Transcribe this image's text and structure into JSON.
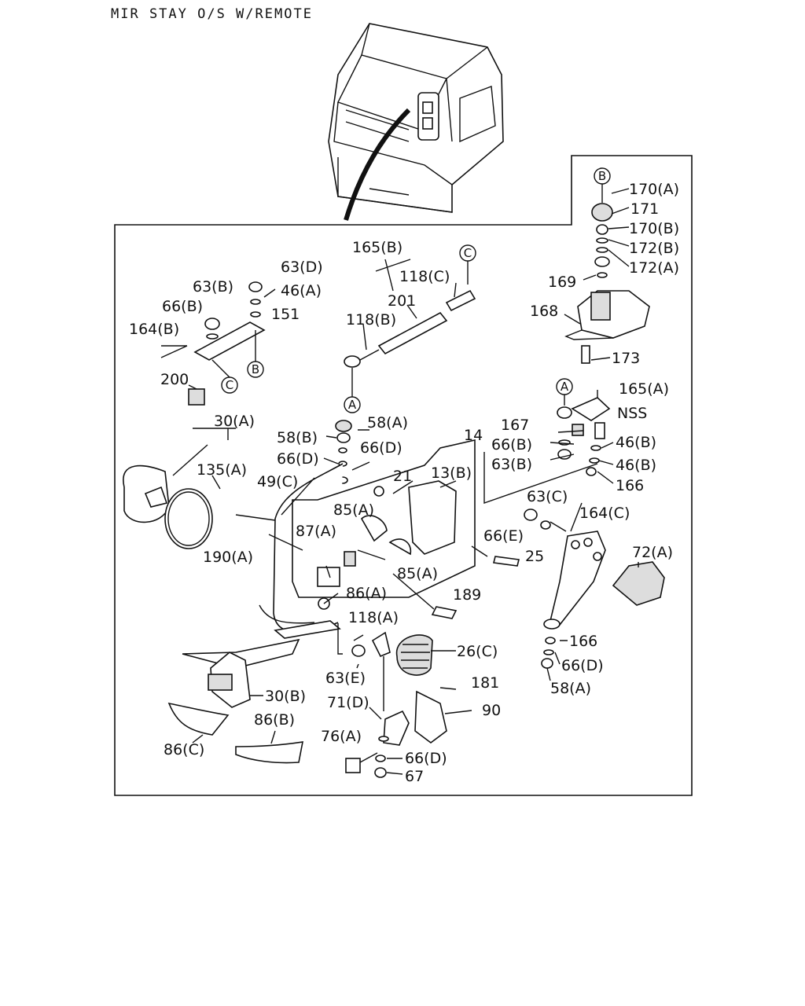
{
  "title": "MIR STAY O/S W/REMOTE",
  "labels": {
    "l170a": "170(A)",
    "l171": "171",
    "l170b": "170(B)",
    "l172b": "172(B)",
    "l172a": "172(A)",
    "l169": "169",
    "l168": "168",
    "l173": "173",
    "l165a": "165(A)",
    "lnss": "NSS",
    "l167": "167",
    "l66b_r": "66(B)",
    "l63b_r": "63(B)",
    "l46b_1": "46(B)",
    "l46b_2": "46(B)",
    "l166_r": "166",
    "l63c": "63(C)",
    "l164c": "164(C)",
    "l66e": "66(E)",
    "l72a": "72(A)",
    "l166_b": "166",
    "l66d_r": "66(D)",
    "l58a_r": "58(A)",
    "l165b": "165(B)",
    "l118c": "118(C)",
    "l201": "201",
    "l118b": "118(B)",
    "l63d": "63(D)",
    "l63b_l": "63(B)",
    "l46a": "46(A)",
    "l66b_l": "66(B)",
    "l151": "151",
    "l164b": "164(B)",
    "l200": "200",
    "l30a": "30(A)",
    "l58a_c": "58(A)",
    "l58b": "58(B)",
    "l66d_c": "66(D)",
    "l66d_c2": "66(D)",
    "l14": "14",
    "l135a": "135(A)",
    "l49c": "49(C)",
    "l21": "21",
    "l13b": "13(B)",
    "l85a_1": "85(A)",
    "l87a": "87(A)",
    "l85a_2": "85(A)",
    "l25": "25",
    "l190a": "190(A)",
    "l86a": "86(A)",
    "l189": "189",
    "l118a": "118(A)",
    "l26c": "26(C)",
    "l63e": "63(E)",
    "l181": "181",
    "l30b": "30(B)",
    "l71d": "71(D)",
    "l90": "90",
    "l86b": "86(B)",
    "l76a": "76(A)",
    "l66d_b": "66(D)",
    "l86c": "86(C)",
    "l67": "67"
  },
  "refs": {
    "a": "A",
    "b": "B",
    "c": "C"
  }
}
